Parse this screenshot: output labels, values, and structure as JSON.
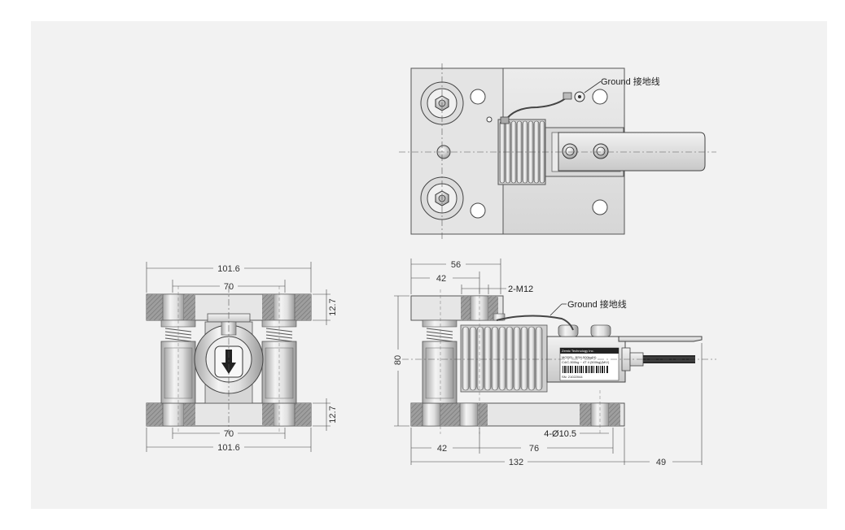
{
  "labels": {
    "ground_top": "Ground 接地线",
    "ground_side": "Ground 接地线",
    "thread": "2-M12",
    "holes": "4-Ø10.5"
  },
  "dimensions": {
    "front_overall_top": "101.6",
    "front_pitch_top": "70",
    "front_plate_top": "12.7",
    "front_plate_bottom": "12.7",
    "front_pitch_bottom": "70",
    "front_overall_bottom": "101.6",
    "side_top_56": "56",
    "side_top_42": "42",
    "side_height": "80",
    "side_bottom_42": "42",
    "side_bottom_76": "76",
    "side_overall": "132",
    "side_extension": "49"
  },
  "nameplate": {
    "brand": "Zemic Technology Inc.",
    "model": "MODEL: BSH-500kg(H)",
    "spec": "C4/C-500kg ~ 4T 4 (500kg)(M/V)",
    "serial": "SN: 21022044"
  },
  "colors": {
    "background": "#ffffff",
    "panel": "#f2f2f2",
    "metal_light": "#e8e8e8",
    "metal_dark": "#9a9a9a",
    "line": "#333333"
  }
}
